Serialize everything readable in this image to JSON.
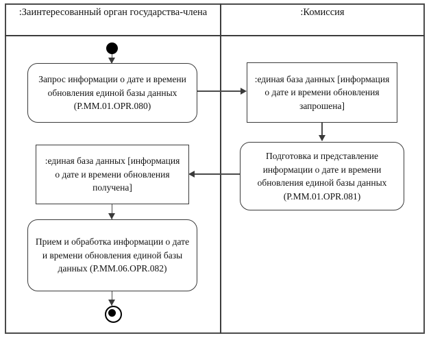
{
  "diagram": {
    "type": "uml-activity-diagram",
    "lanes": [
      {
        "id": "member-state-body",
        "title": ":Заинтересованный орган государства-члена"
      },
      {
        "id": "commission",
        "title": ":Комиссия"
      }
    ],
    "nodes": [
      {
        "id": "start",
        "kind": "initial-node",
        "lane": "member-state-body",
        "label": ""
      },
      {
        "id": "action-080",
        "kind": "action",
        "lane": "member-state-body",
        "label": "Запрос информации о дате и времени обновления единой базы данных (P.MM.01.OPR.080)"
      },
      {
        "id": "object-requested",
        "kind": "object",
        "lane": "commission",
        "label": ":единая база данных [информация о дате и времени обновления запрошена]"
      },
      {
        "id": "action-081",
        "kind": "action",
        "lane": "commission",
        "label": "Подготовка и представление информации о дате и времени обновления единой базы данных (P.MM.01.OPR.081)"
      },
      {
        "id": "object-received",
        "kind": "object",
        "lane": "member-state-body",
        "label": ":единая база данных [информация о дате и времени обновления получена]"
      },
      {
        "id": "action-082",
        "kind": "action",
        "lane": "member-state-body",
        "label": "Прием и обработка информации о дате и времени обновления единой базы данных (P.MM.06.OPR.082)"
      },
      {
        "id": "end",
        "kind": "final-node",
        "lane": "member-state-body",
        "label": ""
      }
    ],
    "edges": [
      {
        "from": "start",
        "to": "action-080",
        "direction": "down"
      },
      {
        "from": "action-080",
        "to": "object-requested",
        "direction": "right"
      },
      {
        "from": "object-requested",
        "to": "action-081",
        "direction": "down"
      },
      {
        "from": "action-081",
        "to": "object-received",
        "direction": "left"
      },
      {
        "from": "object-received",
        "to": "action-082",
        "direction": "down"
      },
      {
        "from": "action-082",
        "to": "end",
        "direction": "down"
      }
    ],
    "colors": {
      "background": "#ffffff",
      "stroke": "#3a3a3a",
      "frame_stroke": "#4a4a4a",
      "text": "#111111",
      "control_node_fill": "#000000"
    }
  }
}
